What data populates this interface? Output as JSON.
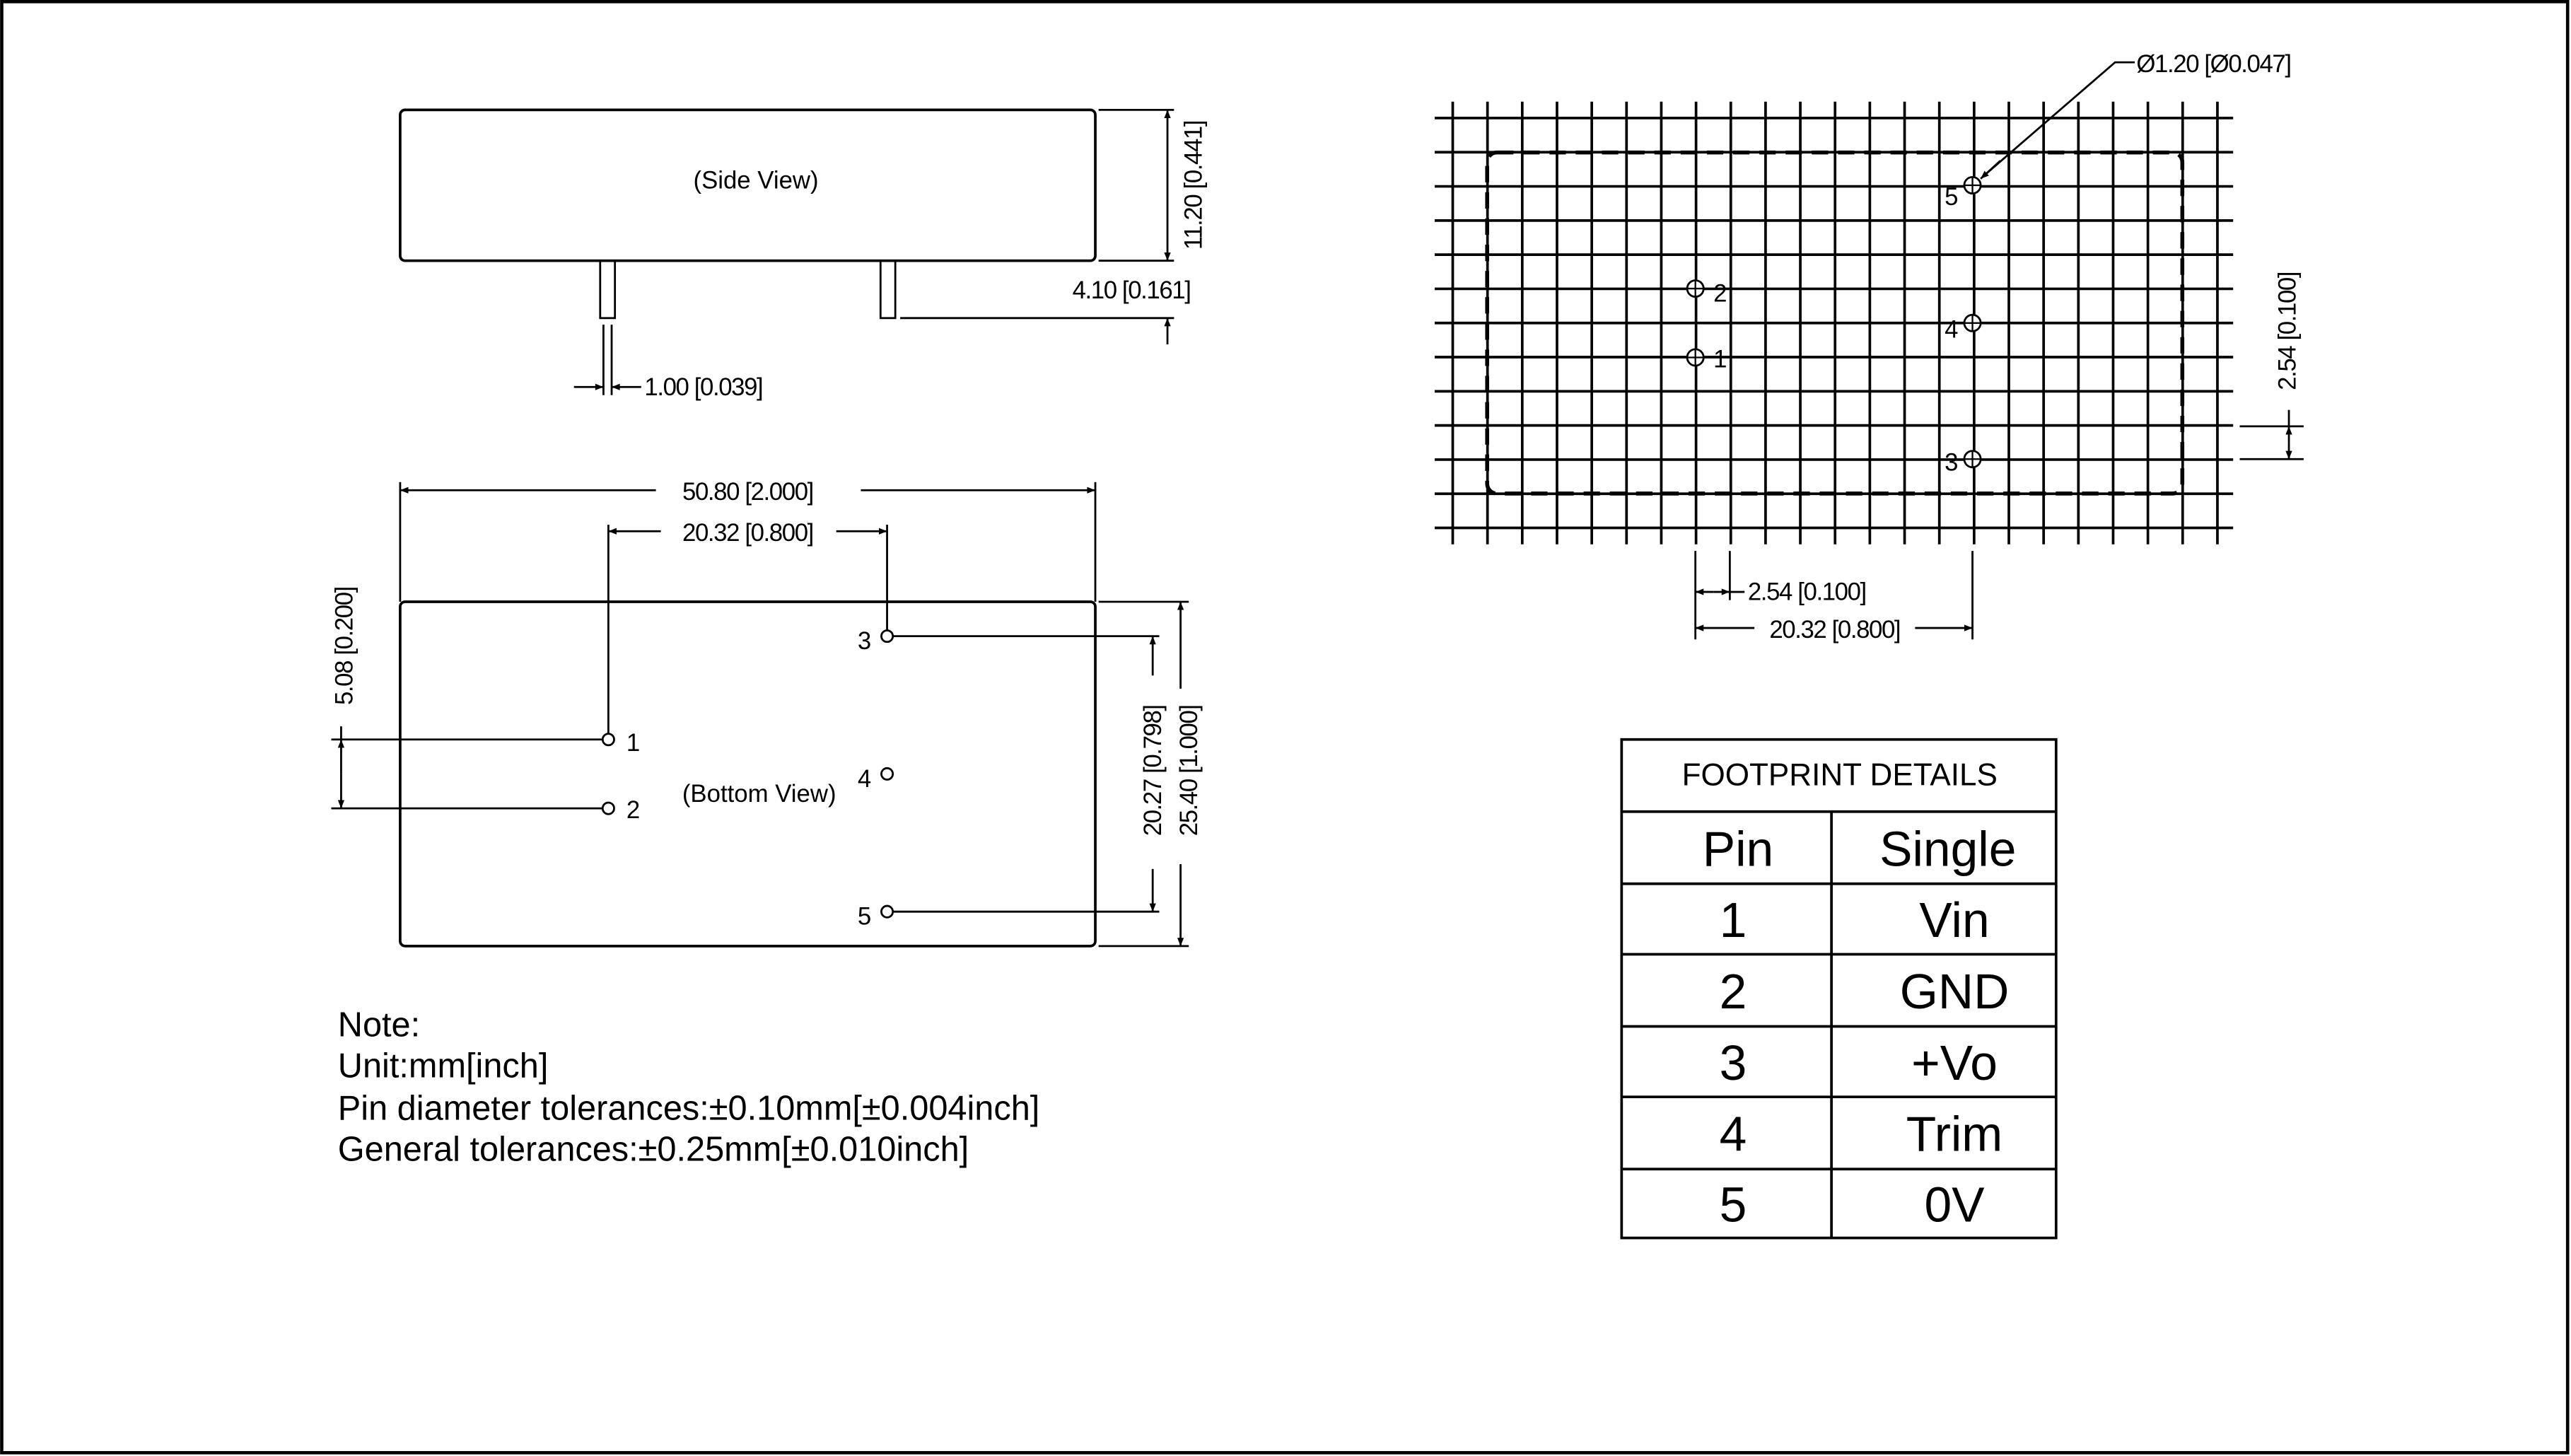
{
  "side_view": {
    "label": "(Side View)",
    "height_dim": "11.20 [0.441]",
    "pin_length_dim": "4.10 [0.161]",
    "pin_width_dim": "1.00 [0.039]"
  },
  "bottom_view": {
    "label": "(Bottom View)",
    "length_dim": "50.80 [2.000]",
    "pin_span_dim": "20.32 [0.800]",
    "pin_pitch_dim": "5.08 [0.200]",
    "pin_vertical_dim": "20.27 [0.798]",
    "width_dim": "25.40 [1.000]",
    "pins": [
      "1",
      "2",
      "3",
      "4",
      "5"
    ]
  },
  "footprint_grid": {
    "hole_dim": "Ø1.20 [Ø0.047]",
    "grid_pitch_vertical_dim": "2.54 [0.100]",
    "grid_pitch_horizontal_dim": "2.54 [0.100]",
    "pin_span_dim": "20.32 [0.800]",
    "pins": [
      "1",
      "2",
      "3",
      "4",
      "5"
    ]
  },
  "footprint_table": {
    "title": "FOOTPRINT DETAILS",
    "headers": [
      "Pin",
      "Single"
    ],
    "rows": [
      [
        "1",
        "Vin"
      ],
      [
        "2",
        "GND"
      ],
      [
        "3",
        "+Vo"
      ],
      [
        "4",
        "Trim"
      ],
      [
        "5",
        "0V"
      ]
    ]
  },
  "notes": {
    "title": "Note:",
    "lines": [
      "Unit:mm[inch]",
      "Pin diameter tolerances:±0.10mm[±0.004inch]",
      "General tolerances:±0.25mm[±0.010inch]"
    ]
  }
}
